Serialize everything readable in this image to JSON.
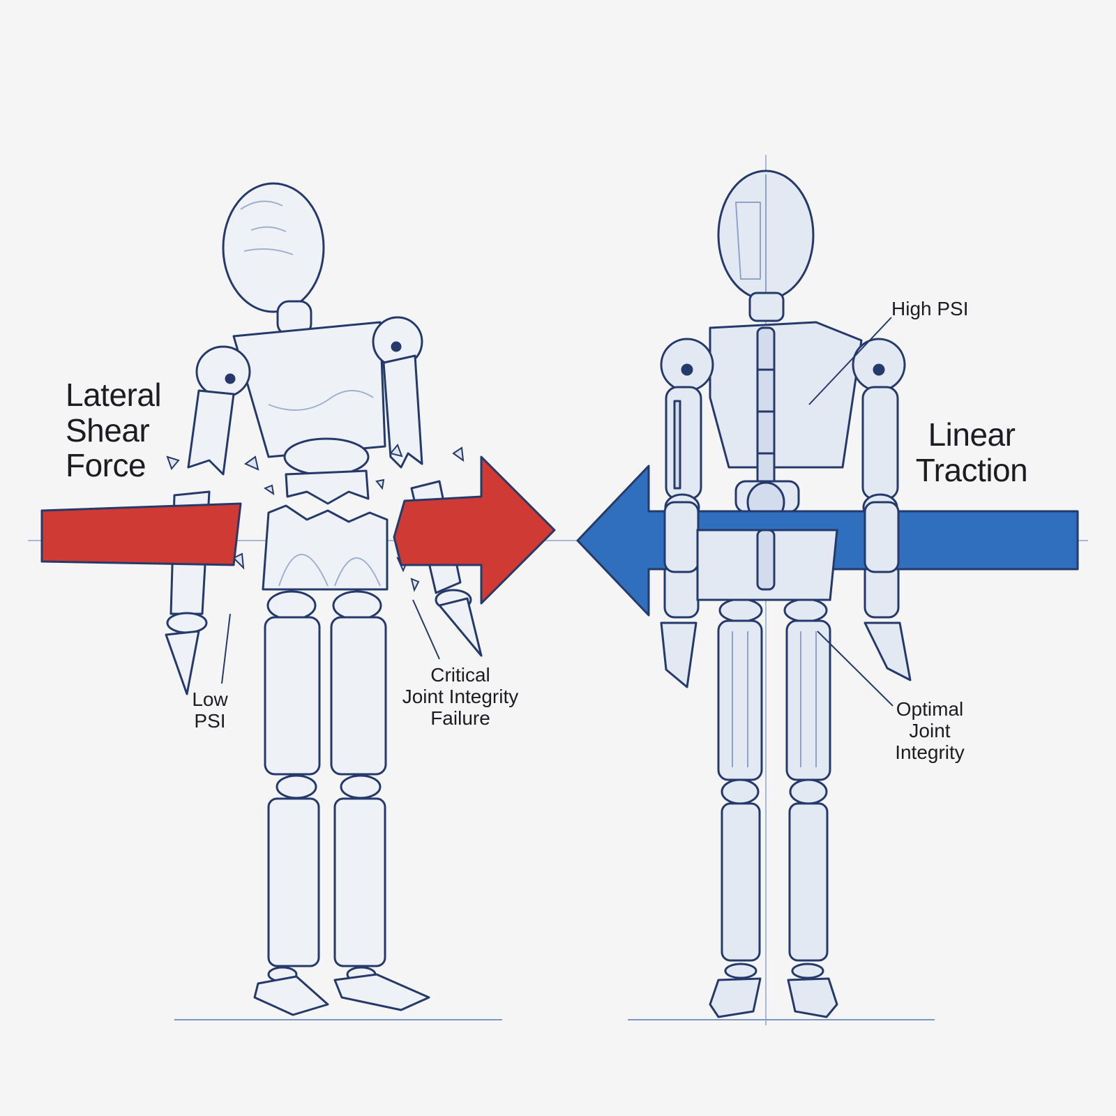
{
  "left_panel": {
    "force_label": [
      "Lateral",
      "Shear",
      "Force"
    ],
    "psi_label": [
      "Low",
      "PSI"
    ],
    "joint_label": [
      "Critical",
      "Joint Integrity",
      "Failure"
    ],
    "arrow_color": "#cf3a34"
  },
  "right_panel": {
    "force_label": [
      "Linear",
      "Traction"
    ],
    "psi_label": "High PSI",
    "joint_label": [
      "Optimal",
      "Joint",
      "Integrity"
    ],
    "arrow_color": "#2f6fbd"
  },
  "colors": {
    "outline": "#253a6b",
    "wood_fill": "#eef1f6",
    "metal_fill": "#e3e9f3",
    "background": "#f4f5f4"
  }
}
